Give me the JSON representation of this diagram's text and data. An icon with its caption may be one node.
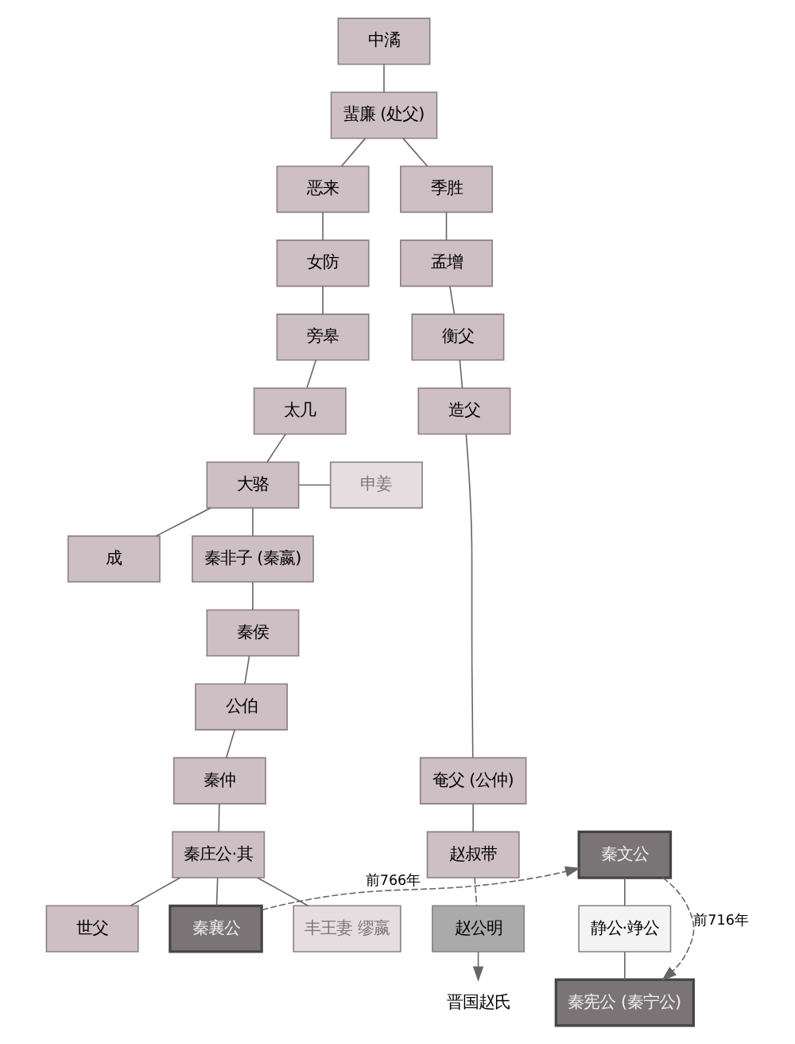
{
  "diagram": {
    "nodes": [
      {
        "text": [
          "中潏"
        ]
      },
      {
        "text": [
          "蜚廉 (处父)"
        ]
      },
      {
        "text": [
          "恶来"
        ]
      },
      {
        "text": [
          "季胜"
        ]
      },
      {
        "text": [
          "女防"
        ]
      },
      {
        "text": [
          "孟增"
        ]
      },
      {
        "text": [
          "旁皋"
        ]
      },
      {
        "text": [
          "衡父"
        ]
      },
      {
        "text": [
          "太几"
        ]
      },
      {
        "text": [
          "造父"
        ]
      },
      {
        "text": [
          "大骆"
        ]
      },
      {
        "text": [
          "申姜"
        ]
      },
      {
        "text": [
          "成"
        ]
      },
      {
        "text": [
          "秦非子 (秦嬴)"
        ]
      },
      {
        "text": [
          "秦侯"
        ]
      },
      {
        "text": [
          "公伯"
        ]
      },
      {
        "text": [
          "奄父 (公仲)"
        ]
      },
      {
        "text": [
          "秦仲"
        ]
      },
      {
        "text": [
          "赵叔带"
        ]
      },
      {
        "text": [
          "秦庄公·其"
        ]
      },
      {
        "text": [
          "世父"
        ]
      },
      {
        "text": [
          "秦襄公"
        ]
      },
      {
        "text": [
          "丰王妻 缪嬴"
        ]
      },
      {
        "text": [
          "秦文公"
        ]
      },
      {
        "text": [
          "赵公明"
        ]
      },
      {
        "text": [
          "静公·竫公"
        ]
      },
      {
        "text": [
          "秦宪公 (秦宁公)"
        ]
      },
      {
        "text": [
          "晋国赵氏"
        ]
      }
    ],
    "edges": [
      {
        "from": 0,
        "to": 1,
        "arrow": "none"
      },
      {
        "from": 1,
        "to": 2,
        "arrow": "none"
      },
      {
        "from": 1,
        "to": 3,
        "arrow": "none"
      },
      {
        "from": 2,
        "to": 4,
        "arrow": "none"
      },
      {
        "from": 3,
        "to": 5,
        "arrow": "none"
      },
      {
        "from": 4,
        "to": 6,
        "arrow": "none"
      },
      {
        "from": 5,
        "to": 7,
        "arrow": "none"
      },
      {
        "from": 6,
        "to": 8,
        "arrow": "none"
      },
      {
        "from": 7,
        "to": 9,
        "arrow": "none"
      },
      {
        "from": 8,
        "to": 10,
        "arrow": "none"
      },
      {
        "from": 10,
        "to": 11,
        "arrow": "none"
      },
      {
        "from": 10,
        "to": 12,
        "arrow": "none"
      },
      {
        "from": 10,
        "to": 13,
        "arrow": "none"
      },
      {
        "from": 13,
        "to": 14,
        "arrow": "none"
      },
      {
        "from": 14,
        "to": 15,
        "arrow": "none"
      },
      {
        "from": 15,
        "to": 17,
        "arrow": "none"
      },
      {
        "from": 9,
        "to": 16,
        "arrow": "none"
      },
      {
        "from": 16,
        "to": 18,
        "arrow": "none"
      },
      {
        "from": 17,
        "to": 19,
        "arrow": "none"
      },
      {
        "from": 19,
        "to": 20,
        "arrow": "none"
      },
      {
        "from": 19,
        "to": 21,
        "arrow": "none"
      },
      {
        "from": 19,
        "to": 22,
        "arrow": "none"
      },
      {
        "from": 21,
        "to": 23,
        "arrow": "to",
        "style": "dashed",
        "label": "前766年"
      },
      {
        "from": 23,
        "to": 25,
        "arrow": "none"
      },
      {
        "from": 25,
        "to": 26,
        "arrow": "none"
      },
      {
        "from": 23,
        "to": 26,
        "arrow": "to",
        "style": "dashed",
        "label": "前716年"
      },
      {
        "from": 18,
        "to": 24,
        "arrow": "none",
        "style": "dashed"
      },
      {
        "from": 24,
        "to": 27,
        "arrow": "to"
      }
    ]
  }
}
